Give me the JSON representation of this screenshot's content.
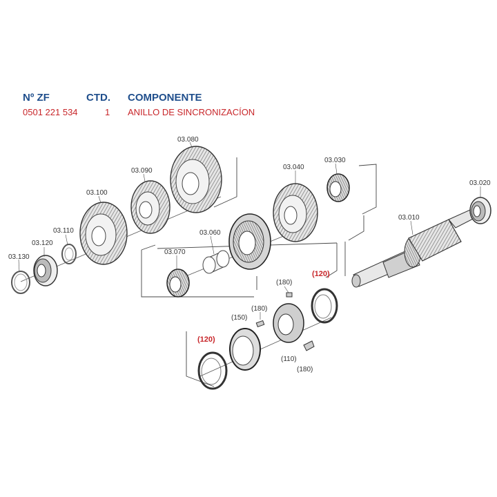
{
  "header": {
    "col_zf": "Nº ZF",
    "col_qty": "CTD.",
    "col_component": "COMPONENTE"
  },
  "row": {
    "zf_number": "0501 221 534",
    "qty": "1",
    "component": "ANILLO DE SINCRONIZACÍON"
  },
  "parts": {
    "p03010": "03.010",
    "p03020": "03.020",
    "p03030": "03.030",
    "p03040": "03.040",
    "p03060": "03.060",
    "p03070": "03.070",
    "p03080": "03.080",
    "p03090": "03.090",
    "p03100": "03.100",
    "p03110": "03.110",
    "p03120": "03.120",
    "p03130": "03.130"
  },
  "sub_parts": {
    "s120a": "(120)",
    "s120b": "(120)",
    "s150": "(150)",
    "s180a": "(180)",
    "s180b": "(180)",
    "s180c": "(180)",
    "s110": "(110)"
  },
  "colors": {
    "header_blue": "#1f4e8c",
    "value_red": "#c8262a"
  }
}
